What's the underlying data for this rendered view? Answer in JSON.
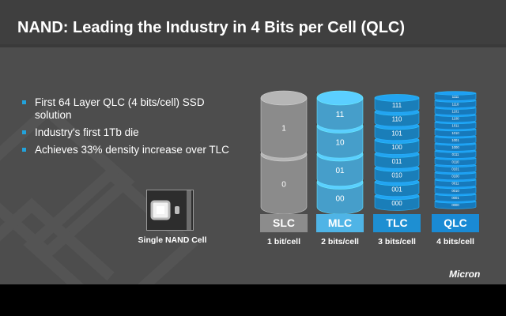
{
  "title": "NAND: Leading the Industry in 4 Bits per Cell (QLC)",
  "bullets": [
    "First 64 Layer QLC (4 bits/cell) SSD solution",
    "Industry's first 1Tb die",
    "Achieves 33% density increase over TLC"
  ],
  "cell_caption": "Single NAND Cell",
  "brand": "Micron",
  "colors": {
    "accent": "#22a3dc",
    "slc": "#9e9e9e",
    "mlc": "#4fb4e6",
    "tlc": "#1e8fd2",
    "qlc": "#1a8ad4"
  },
  "stacks": [
    {
      "name": "SLC",
      "bits": "1 bit/cell",
      "levels": [
        "0",
        "1"
      ]
    },
    {
      "name": "MLC",
      "bits": "2 bits/cell",
      "levels": [
        "00",
        "01",
        "10",
        "11"
      ]
    },
    {
      "name": "TLC",
      "bits": "3 bits/cell",
      "levels": [
        "000",
        "001",
        "010",
        "011",
        "100",
        "101",
        "110",
        "111"
      ]
    },
    {
      "name": "QLC",
      "bits": "4 bits/cell",
      "levels": [
        "0000",
        "0001",
        "0010",
        "0011",
        "0100",
        "0101",
        "0110",
        "0111",
        "1000",
        "1001",
        "1010",
        "1011",
        "1100",
        "1101",
        "1110",
        "1111"
      ]
    }
  ]
}
